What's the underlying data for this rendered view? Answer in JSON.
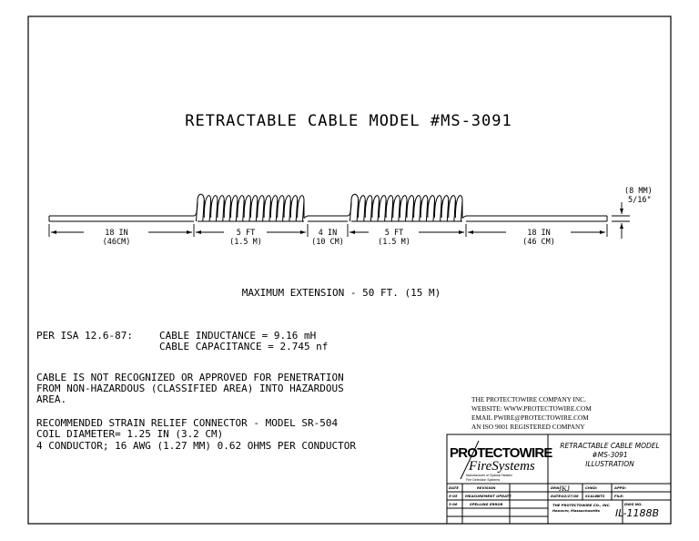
{
  "drawing": {
    "title": "RETRACTABLE CABLE MODEL #MS-3091",
    "dims": {
      "seg1_in": "18 IN",
      "seg1_cm": "(46CM)",
      "coil1_ft": "5 FT",
      "coil1_m": "(1.5 M)",
      "gap_in": "4 IN",
      "gap_cm": "(10 CM)",
      "coil2_ft": "5 FT",
      "coil2_m": "(1.5 M)",
      "seg2_in": "18 IN",
      "seg2_cm": "(46 CM)",
      "dia_mm": "(8 MM)",
      "dia_in": "5/16\""
    },
    "max_extension": "MAXIMUM EXTENSION - 50 FT. (15 M)"
  },
  "notes": {
    "isa_prefix": "PER ISA 12.6-87:",
    "inductance": "CABLE INDUCTANCE = 9.16 mH",
    "capacitance": "CABLE CAPACITANCE = 2.745 nf",
    "warning_1": "CABLE IS NOT RECOGNIZED OR APPROVED FOR PENETRATION",
    "warning_2": "FROM NON-HAZARDOUS  (CLASSIFIED AREA)  INTO HAZARDOUS",
    "warning_3": "AREA.",
    "strain_relief": "RECOMMENDED STRAIN RELIEF CONNECTOR - MODEL SR-504",
    "coil_diameter": "COIL DIAMETER= 1.25 IN (3.2 CM)",
    "conductor": "4 CONDUCTOR; 16 AWG (1.27 MM) 0.62 OHMS PER CONDUCTOR"
  },
  "company": {
    "line1": "THE PROTECTOWIRE COMPANY INC.",
    "line2": "WEBSITE: WWW.PROTECTOWIRE.COM",
    "line3": "EMAIL PWIRE@PROTECTOWIRE.COM",
    "line4": "AN ISO 9001 REGISTERED COMPANY"
  },
  "title_block": {
    "logo_top": "PROTECTOWIRE",
    "logo_bottom": "FireSystems",
    "logo_tag1": "Manufacturer of Special Heated",
    "logo_tag2": "Fire Detection Systems",
    "desc1": "RETRACTABLE CABLE MODEL",
    "desc2": "#MS-3091",
    "desc3": "ILLUSTRATION",
    "hdr_date": "DATE",
    "hdr_revision": "REVISION",
    "hdr_drn": "DRN:",
    "hdr_drn_val": "JKJ",
    "hdr_chkd": "CHKD:",
    "hdr_apprd": "APPD:",
    "row1_date": "5-05",
    "row1_rev": "MEASUREMENT UPDATE",
    "date_label": "DATE:",
    "date_val": "02/27/06",
    "scale_label": "SCALE:",
    "scale_val": "NTS",
    "file_label": "FILE:",
    "row2_date": "3-06",
    "row2_rev": "SPELLING ERROR",
    "company_small1": "THE PROTECTOWIRE CO., INC.",
    "company_small2": "Hanover, Massachusetts",
    "dwg_label": "DWG NO.",
    "dwg_no": "IL-1188B"
  }
}
